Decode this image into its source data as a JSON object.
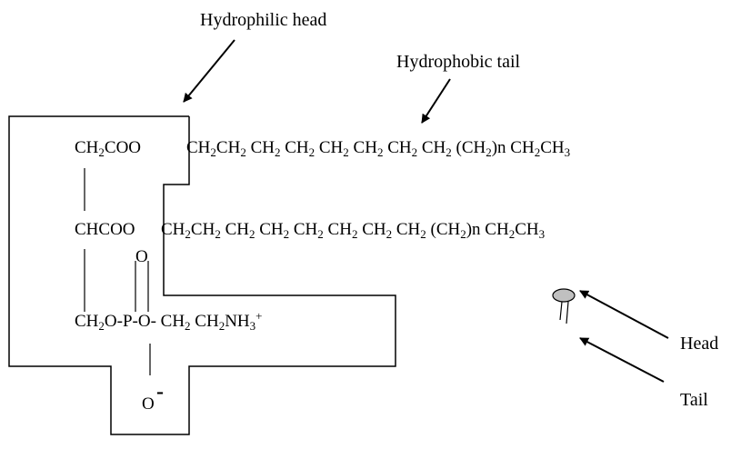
{
  "labels": {
    "hydrophilic_head": "Hydrophilic head",
    "hydrophobic_tail": "Hydrophobic tail",
    "head": "Head",
    "tail": "Tail"
  },
  "formula": {
    "row1": {
      "head_group": "CH<sub>2</sub>COO",
      "chain": "CH<sub>2</sub>CH<sub>2</sub> CH<sub>2</sub> CH<sub>2</sub> CH<sub>2</sub> CH<sub>2</sub> CH<sub>2</sub> CH<sub>2</sub> (CH<sub>2</sub>)n CH<sub>2</sub>CH<sub>3</sub>"
    },
    "row2": {
      "head_group": "CHCOO",
      "chain": "CH<sub>2</sub>CH<sub>2</sub> CH<sub>2</sub> CH<sub>2</sub> CH<sub>2</sub> CH<sub>2</sub> CH<sub>2</sub> CH<sub>2</sub> (CH<sub>2</sub>)n CH<sub>2</sub>CH<sub>3</sub>"
    },
    "phosphate_oxygen": "O",
    "row3": "CH<sub>2</sub>O-P-O- CH<sub>2</sub> CH<sub>2</sub>NH<sub>3</sub><sup>+</sup>",
    "charged_oxygen": "O",
    "charge_minus": "-"
  },
  "colors": {
    "ink": "#000000",
    "head_fill": "#c0c0c0"
  }
}
